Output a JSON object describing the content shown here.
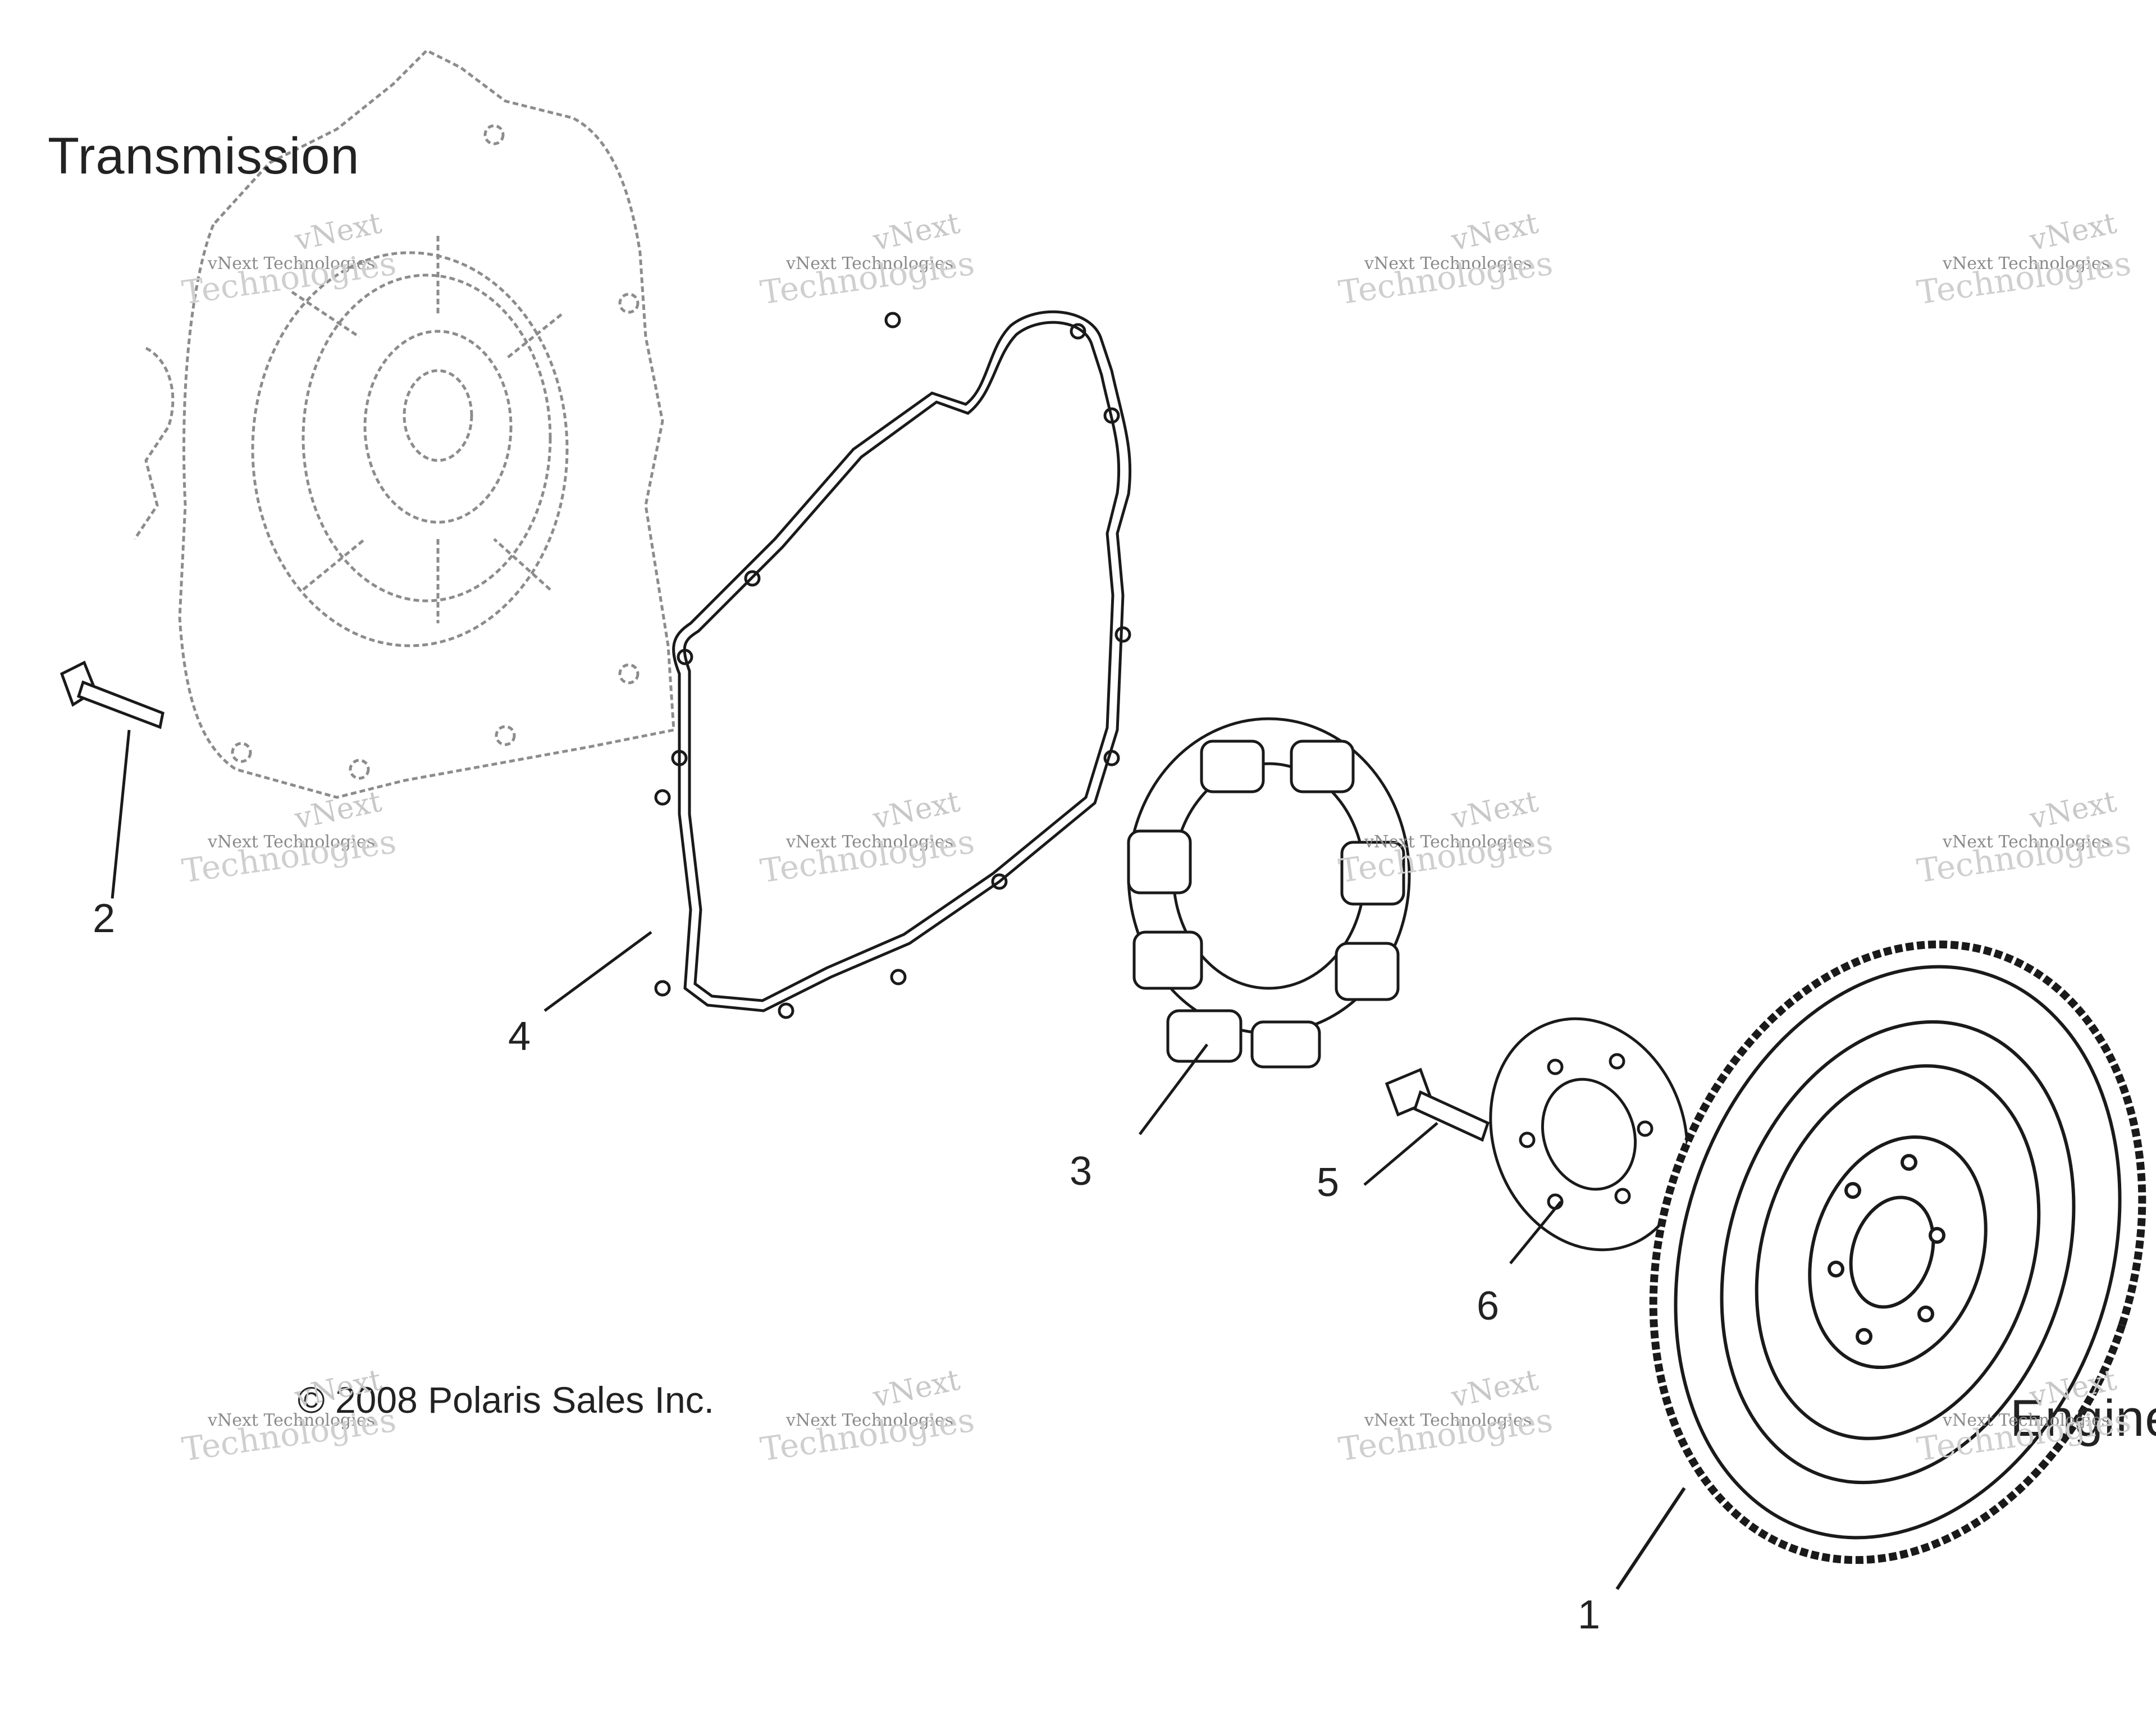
{
  "labels": {
    "transmission": "Transmission",
    "engine": "Engine",
    "copyright": "© 2008 Polaris Sales Inc."
  },
  "callouts": [
    "1",
    "2",
    "3",
    "4",
    "5",
    "6"
  ],
  "watermark": {
    "line1": "vNext",
    "line2": "vNext Technologies",
    "line3": "Technologies"
  },
  "colors": {
    "line": "#1a1a1a",
    "ghost": "#9a9a9a",
    "watermark": "#c8c8c8"
  }
}
